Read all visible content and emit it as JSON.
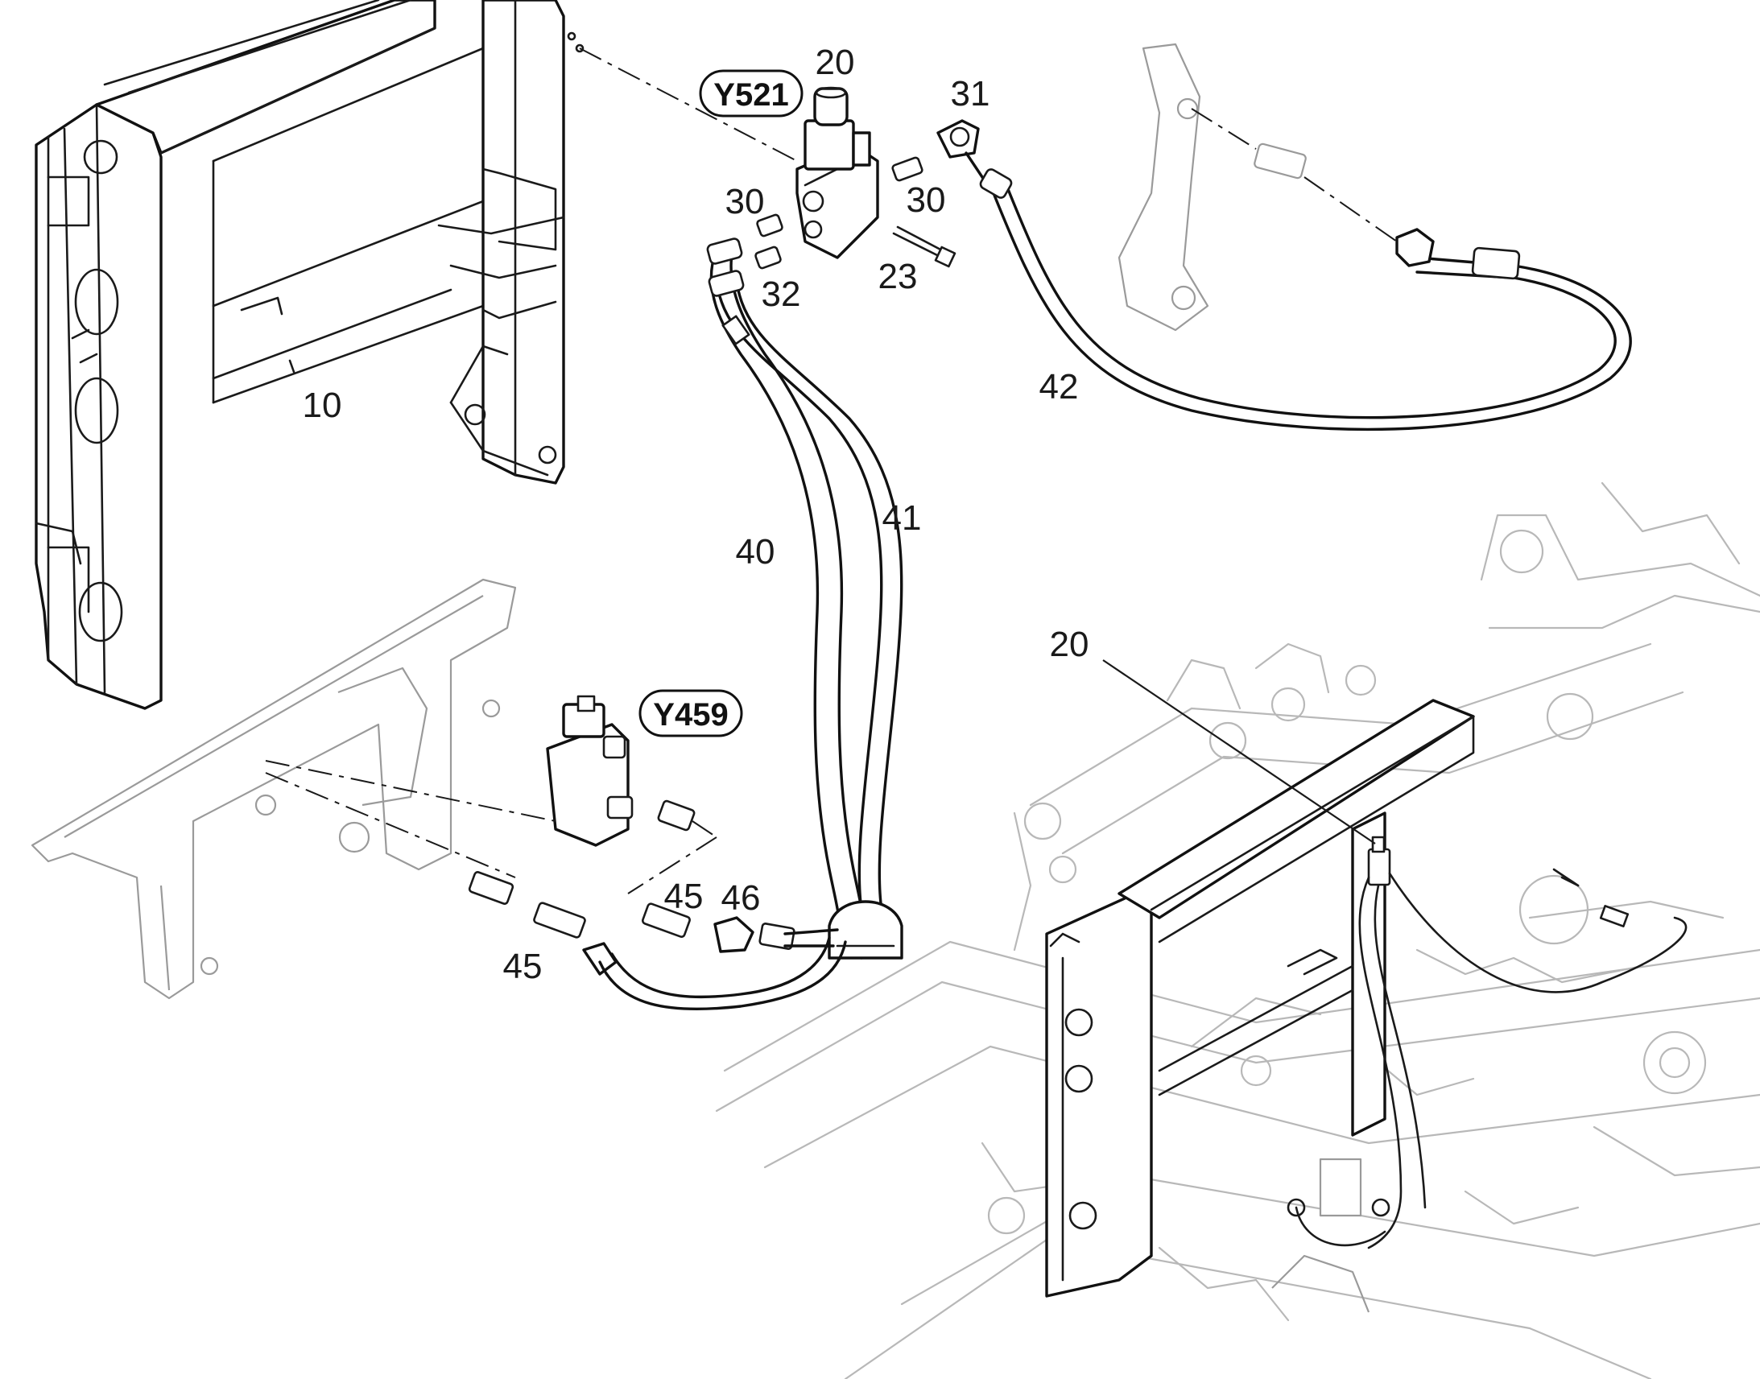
{
  "callouts": {
    "frame_upper": "10",
    "valve_upper": "20",
    "valve_installed": "20",
    "screw": "23",
    "fitting_left_upper": "30",
    "fitting_right_upper": "30",
    "elbow": "31",
    "fitting_lower": "32",
    "hose_left": "40",
    "hose_right": "41",
    "hose_long": "42",
    "coupling_a": "45",
    "coupling_b": "45",
    "nut": "46"
  },
  "tags": {
    "valve_upper": "Y521",
    "valve_lower": "Y459"
  }
}
